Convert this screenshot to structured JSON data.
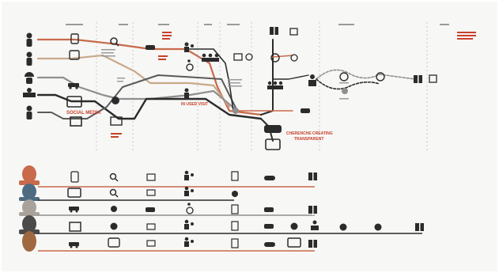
{
  "phase_headers": [
    "",
    "",
    "",
    "",
    "",
    "",
    ""
  ],
  "labels": {
    "social_media": "SOCIAL MEDIA",
    "in_used_visit": "IN USED VISIT",
    "coherent_journey": "CHERENCHE CREATING TRANSPARENT",
    "small_notes": [
      "",
      "",
      "",
      "",
      "",
      "",
      ""
    ]
  },
  "palette": {
    "dark": "#2b2b2b",
    "orange": "#c96a4a",
    "tan": "#c9a98a",
    "grey": "#8f8f8f",
    "light_grey": "#bcbcbc",
    "red_text": "#c8412a"
  },
  "icons": {
    "persona_icons": [
      "person-icon",
      "person-icon",
      "helmet-person-icon",
      "worker-icon",
      "person-icon"
    ],
    "timeline_icons": [
      "tablet-icon",
      "search-icon",
      "monitor-icon",
      "people-icon",
      "clipboard-icon",
      "phone-icon",
      "gift-icon"
    ]
  },
  "legend_rows": [
    {
      "name": "persona-1",
      "color": "#c96a4a",
      "icons": [
        "tablet-icon",
        "search-icon",
        "monitor-icon",
        "people-icon",
        "clipboard-icon",
        "pill-icon",
        "gift-icon"
      ]
    },
    {
      "name": "persona-2",
      "color": "#2b2b2b",
      "icons": [
        "screen-icon",
        "search-icon",
        "monitor-icon",
        "people-icon",
        "circle-icon"
      ]
    },
    {
      "name": "persona-3",
      "color": "#8f8f8f",
      "icons": [
        "car-icon",
        "head-icon",
        "phone-icon",
        "wheelchair-icon",
        "clipboard-icon",
        "phone-icon",
        "gift-icon"
      ]
    },
    {
      "name": "persona-4",
      "color": "#2b2b2b",
      "icons": [
        "tv-icon",
        "head-icon",
        "monitor-icon",
        "people-icon",
        "clipboard-icon",
        "phone-icon",
        "circle-icon",
        "tree-icon",
        "dot-icon",
        "dot-icon",
        "circle-icon",
        "gift-icon"
      ]
    },
    {
      "name": "persona-5",
      "color": "#c96a4a",
      "icons": [
        "car-icon",
        "speech-icon",
        "monitor-icon",
        "people-icon",
        "clipboard-icon",
        "pill-icon",
        "screen-icon",
        "gift-icon"
      ]
    }
  ]
}
